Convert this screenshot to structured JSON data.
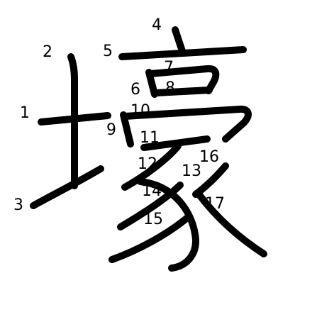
{
  "character": "壕",
  "stroke_numbers": [
    "1",
    "2",
    "3",
    "4",
    "5",
    "6",
    "7",
    "8",
    "9",
    "10",
    "11",
    "12",
    "13",
    "14",
    "15",
    "16",
    "17"
  ],
  "colors": {
    "stroke": "#000000",
    "background": "#ffffff"
  }
}
